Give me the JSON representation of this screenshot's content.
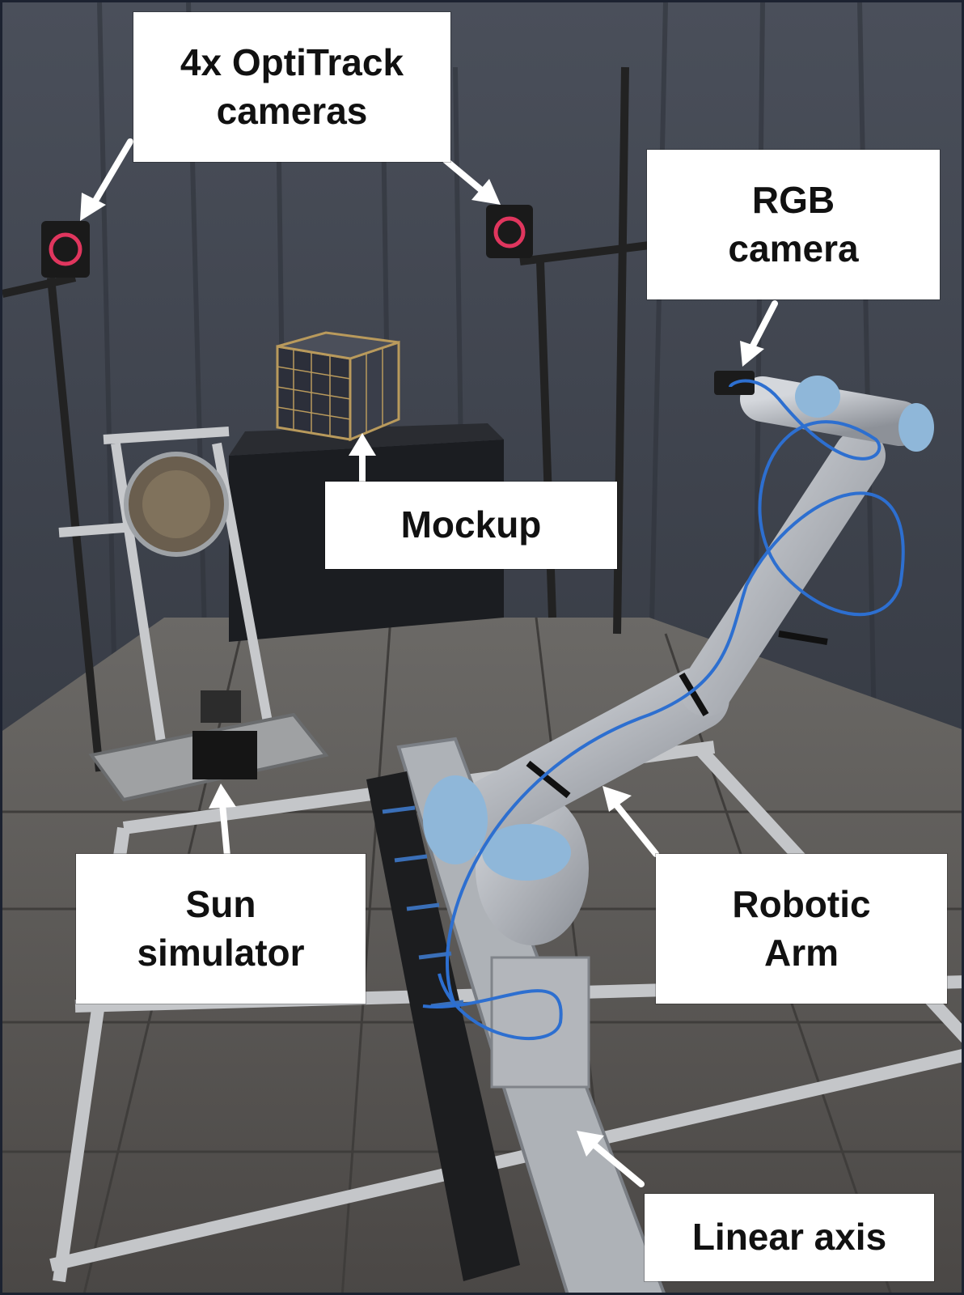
{
  "labels": {
    "optitrack": {
      "line1": "4x OptiTrack",
      "line2": "cameras"
    },
    "rgb": {
      "line1": "RGB",
      "line2": "camera"
    },
    "mockup": {
      "text": "Mockup"
    },
    "sun": {
      "line1": "Sun",
      "line2": "simulator"
    },
    "robotic": {
      "line1": "Robotic",
      "line2": "Arm"
    },
    "linear": {
      "text": "Linear axis"
    }
  },
  "colors": {
    "curtain": "#3a3f4a",
    "floor": "#5a5856",
    "arm": "#b8bcc2",
    "joint_cap": "#8fb7d9",
    "cable": "#2d6fd0",
    "camera_ring": "#e0365e"
  }
}
